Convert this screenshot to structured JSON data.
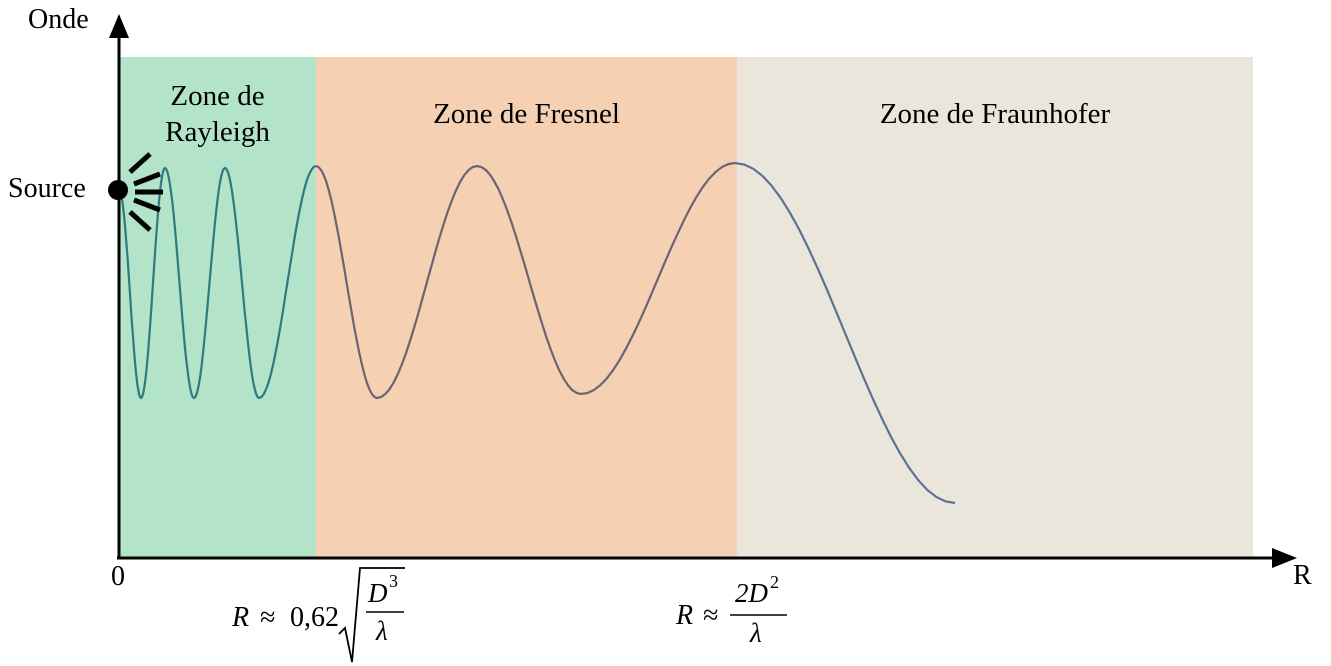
{
  "axes": {
    "y_label": "Onde",
    "x_label": "R",
    "origin_label": "0"
  },
  "source_label": "Source",
  "zones": [
    {
      "name": "Zone de Rayleigh",
      "line1": "Zone de",
      "line2": "Rayleigh",
      "color": "#b3e3c9"
    },
    {
      "name": "Zone de Fresnel",
      "line1": "Zone de Fresnel",
      "color": "#f5d0b2"
    },
    {
      "name": "Zone de Fraunhofer",
      "line1": "Zone de Fraunhofer",
      "color": "#ebe6dc"
    }
  ],
  "boundaries": {
    "rayleigh_fresnel": {
      "lhs": "R",
      "approx": "≈",
      "coef": "0,62",
      "num": "D",
      "num_exp": "3",
      "den": "λ"
    },
    "fresnel_fraunhofer": {
      "lhs": "R",
      "approx": "≈",
      "num": "2D",
      "num_exp": "2",
      "den": "λ"
    }
  },
  "colors": {
    "wave_rayleigh": "#2f7a80",
    "wave_fresnel": "#6b6472",
    "wave_fraunhofer": "#5a7390",
    "axis": "#000000"
  }
}
